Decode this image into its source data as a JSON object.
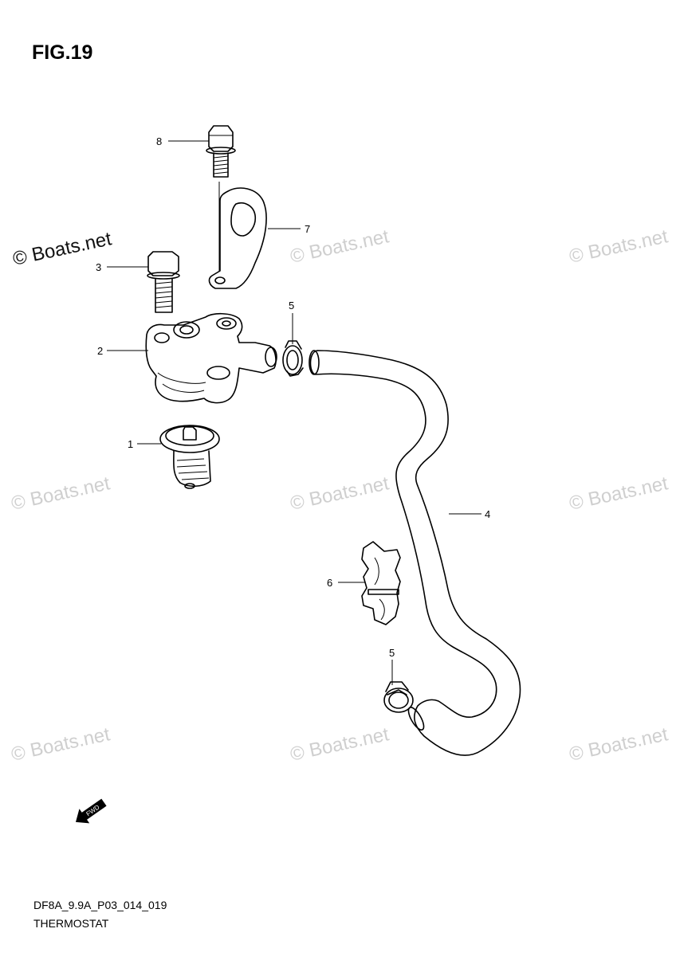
{
  "title": "FIG.19",
  "footer": {
    "code": "DF8A_9.9A_P03_014_019",
    "name": "THERMOSTAT"
  },
  "watermark": {
    "text": "© Boats.net"
  },
  "fwd_label": "FWD",
  "callouts": [
    "1",
    "2",
    "3",
    "4",
    "5",
    "5",
    "6",
    "7",
    "8"
  ],
  "colors": {
    "line": "#000000",
    "watermark": "#cfcfcf",
    "background": "#ffffff"
  }
}
